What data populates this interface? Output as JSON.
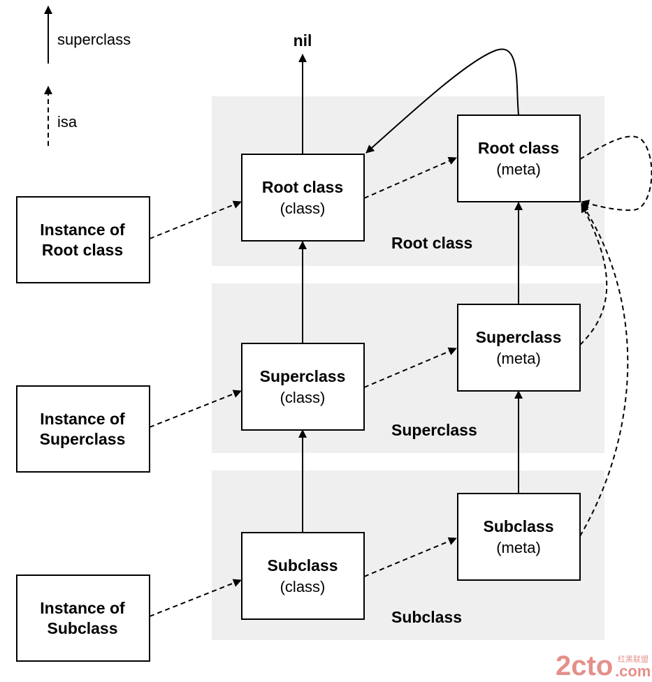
{
  "legend": {
    "superclass_label": "superclass",
    "isa_label": "isa"
  },
  "nil_label": "nil",
  "bands": {
    "root": "Root class",
    "super": "Superclass",
    "sub": "Subclass"
  },
  "instances": {
    "root": {
      "line1": "Instance of",
      "line2": "Root class"
    },
    "super": {
      "line1": "Instance of",
      "line2": "Superclass"
    },
    "sub": {
      "line1": "Instance of",
      "line2": "Subclass"
    }
  },
  "classes": {
    "root": {
      "title": "Root class",
      "sub": "(class)"
    },
    "super": {
      "title": "Superclass",
      "sub": "(class)"
    },
    "sub": {
      "title": "Subclass",
      "sub": "(class)"
    }
  },
  "metas": {
    "root": {
      "title": "Root class",
      "sub": "(meta)"
    },
    "super": {
      "title": "Superclass",
      "sub": "(meta)"
    },
    "sub": {
      "title": "Subclass",
      "sub": "(meta)"
    }
  },
  "watermark": {
    "digits": "2cto",
    "chinese": "红黑联盟",
    "domain": ".com",
    "color": "#d0342c"
  }
}
